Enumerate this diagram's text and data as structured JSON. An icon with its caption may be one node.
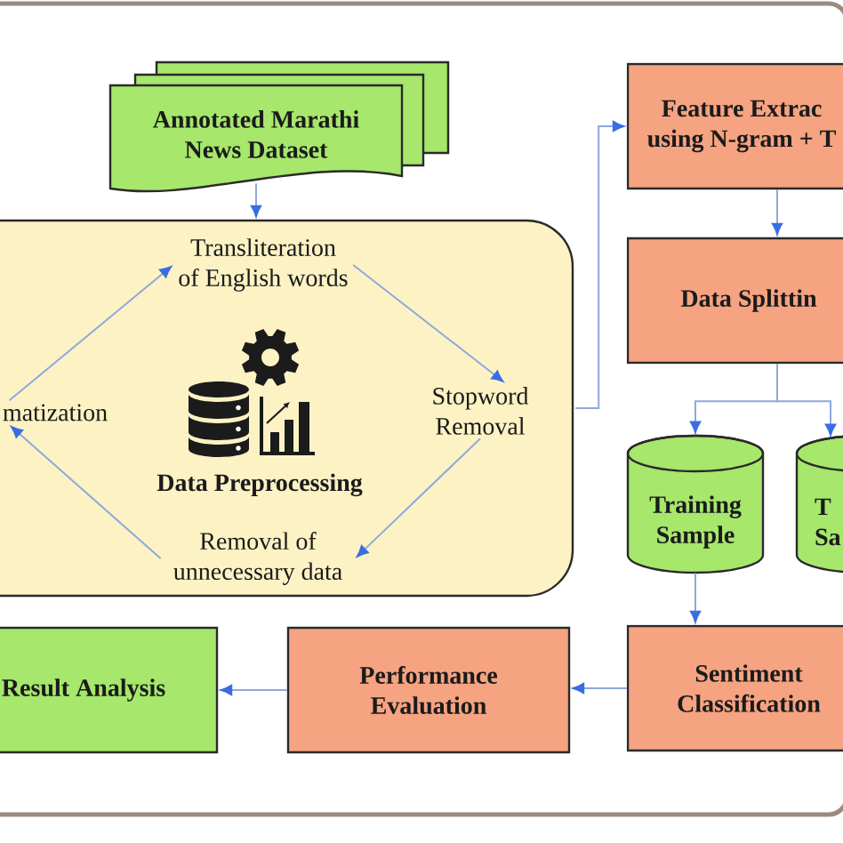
{
  "diagram": {
    "nodes": [
      {
        "text": [
          "Annotated Marathi News Dataset"
        ]
      },
      {
        "text": [
          "Data Preprocessing"
        ]
      },
      {
        "text": [
          "Transliteration of English words"
        ],
        "in": 1
      },
      {
        "text": [
          "matization"
        ],
        "in": 1
      },
      {
        "text": [
          "Stopword Removal"
        ],
        "in": 1
      },
      {
        "text": [
          "Removal of unnecessary data"
        ],
        "in": 1
      },
      {
        "text": [
          "Feature Extrac using N-gram + T"
        ]
      },
      {
        "text": [
          "Data Splittin"
        ]
      },
      {
        "text": [
          "Training Sample"
        ]
      },
      {
        "text": [
          "T Sa"
        ]
      },
      {
        "text": [
          "Result Analysis"
        ]
      },
      {
        "text": [
          "Performance Evaluation"
        ]
      },
      {
        "text": [
          "Sentiment Classification"
        ]
      }
    ],
    "edges": [
      {
        "from": 0,
        "to": 1,
        "arrow": "to"
      },
      {
        "from": 3,
        "to": 2,
        "arrow": "to"
      },
      {
        "from": 2,
        "to": 4,
        "arrow": "to"
      },
      {
        "from": 4,
        "to": 5,
        "arrow": "to"
      },
      {
        "from": 5,
        "to": 3,
        "arrow": "to"
      },
      {
        "from": 1,
        "to": 6,
        "arrow": "to"
      },
      {
        "from": 6,
        "to": 7,
        "arrow": "to"
      },
      {
        "from": 7,
        "to": 8,
        "arrow": "to"
      },
      {
        "from": 7,
        "to": 9,
        "arrow": "to"
      },
      {
        "from": 8,
        "to": 12,
        "arrow": "to"
      },
      {
        "from": 12,
        "to": 11,
        "arrow": "to"
      },
      {
        "from": 11,
        "to": 10,
        "arrow": "to"
      }
    ]
  }
}
